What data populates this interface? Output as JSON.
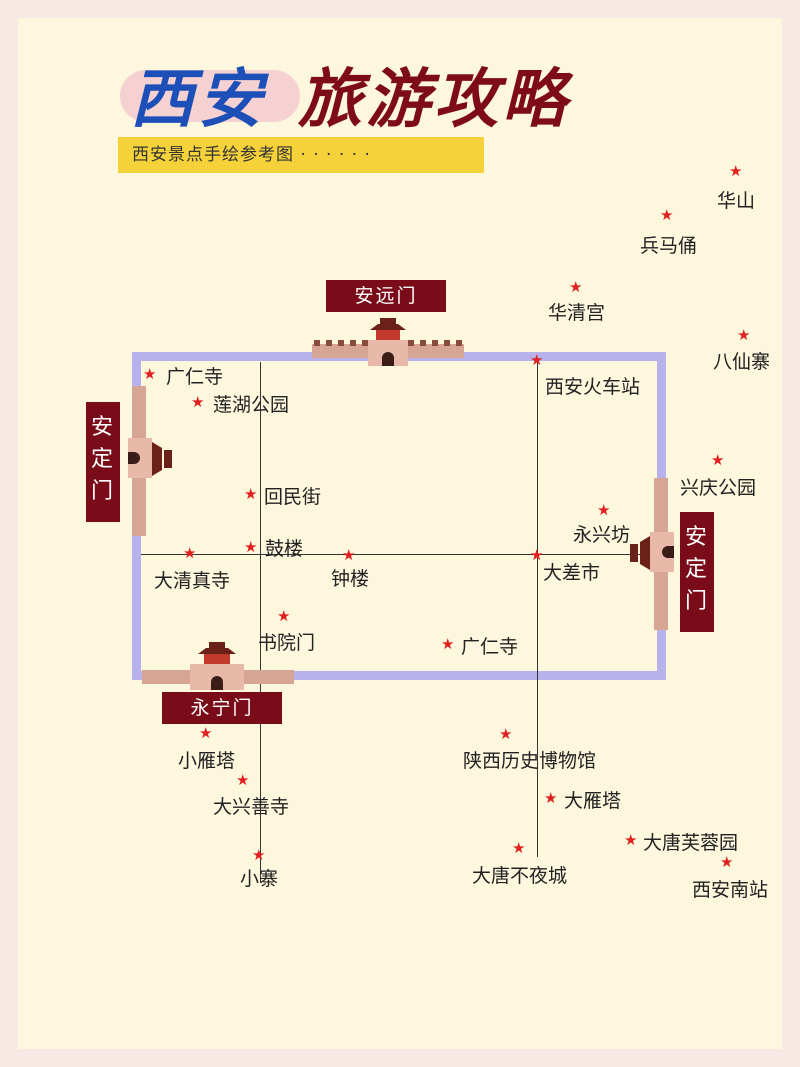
{
  "title": {
    "part1": "西安",
    "part2": "旅游攻略"
  },
  "subtitle": "西安景点手绘参考图 · · · · · ·",
  "gates": {
    "north": "安远门",
    "west": "安定门",
    "east": "安定门",
    "south": "永宁门"
  },
  "poi": {
    "huashan": "华山",
    "bingmayong": "兵马俑",
    "huaqinggong": "华清宫",
    "baxianzhai": "八仙寨",
    "huochezhan": "西安火车站",
    "xingqing": "兴庆公园",
    "yongxingfang": "永兴坊",
    "dachashi": "大差市",
    "guangrensi_nw": "广仁寺",
    "lianhu": "莲湖公园",
    "huiminjie": "回民街",
    "gulou": "鼓楼",
    "zhonglou": "钟楼",
    "qingzhensi": "大清真寺",
    "shuyuanmen": "书院门",
    "guangrensi_s": "广仁寺",
    "xiaoyanta": "小雁塔",
    "daxingshansi": "大兴善寺",
    "xiaozhai": "小寨",
    "lishibowuguan": "陕西历史博物馆",
    "dayanta": "大雁塔",
    "datangfurong": "大唐芙蓉园",
    "datangbuyecheng": "大唐不夜城",
    "nanzhan": "西安南站"
  },
  "colors": {
    "title_blue": "#1c4fb8",
    "title_red": "#7d0b18",
    "subtitle_bg": "#f6d23a",
    "wall_border": "#b8b2ec",
    "gate_label": "#7a0c1a",
    "star": "#e01f1f"
  },
  "icons": {
    "marker": "star-icon",
    "gate": "gate-tower-icon"
  }
}
